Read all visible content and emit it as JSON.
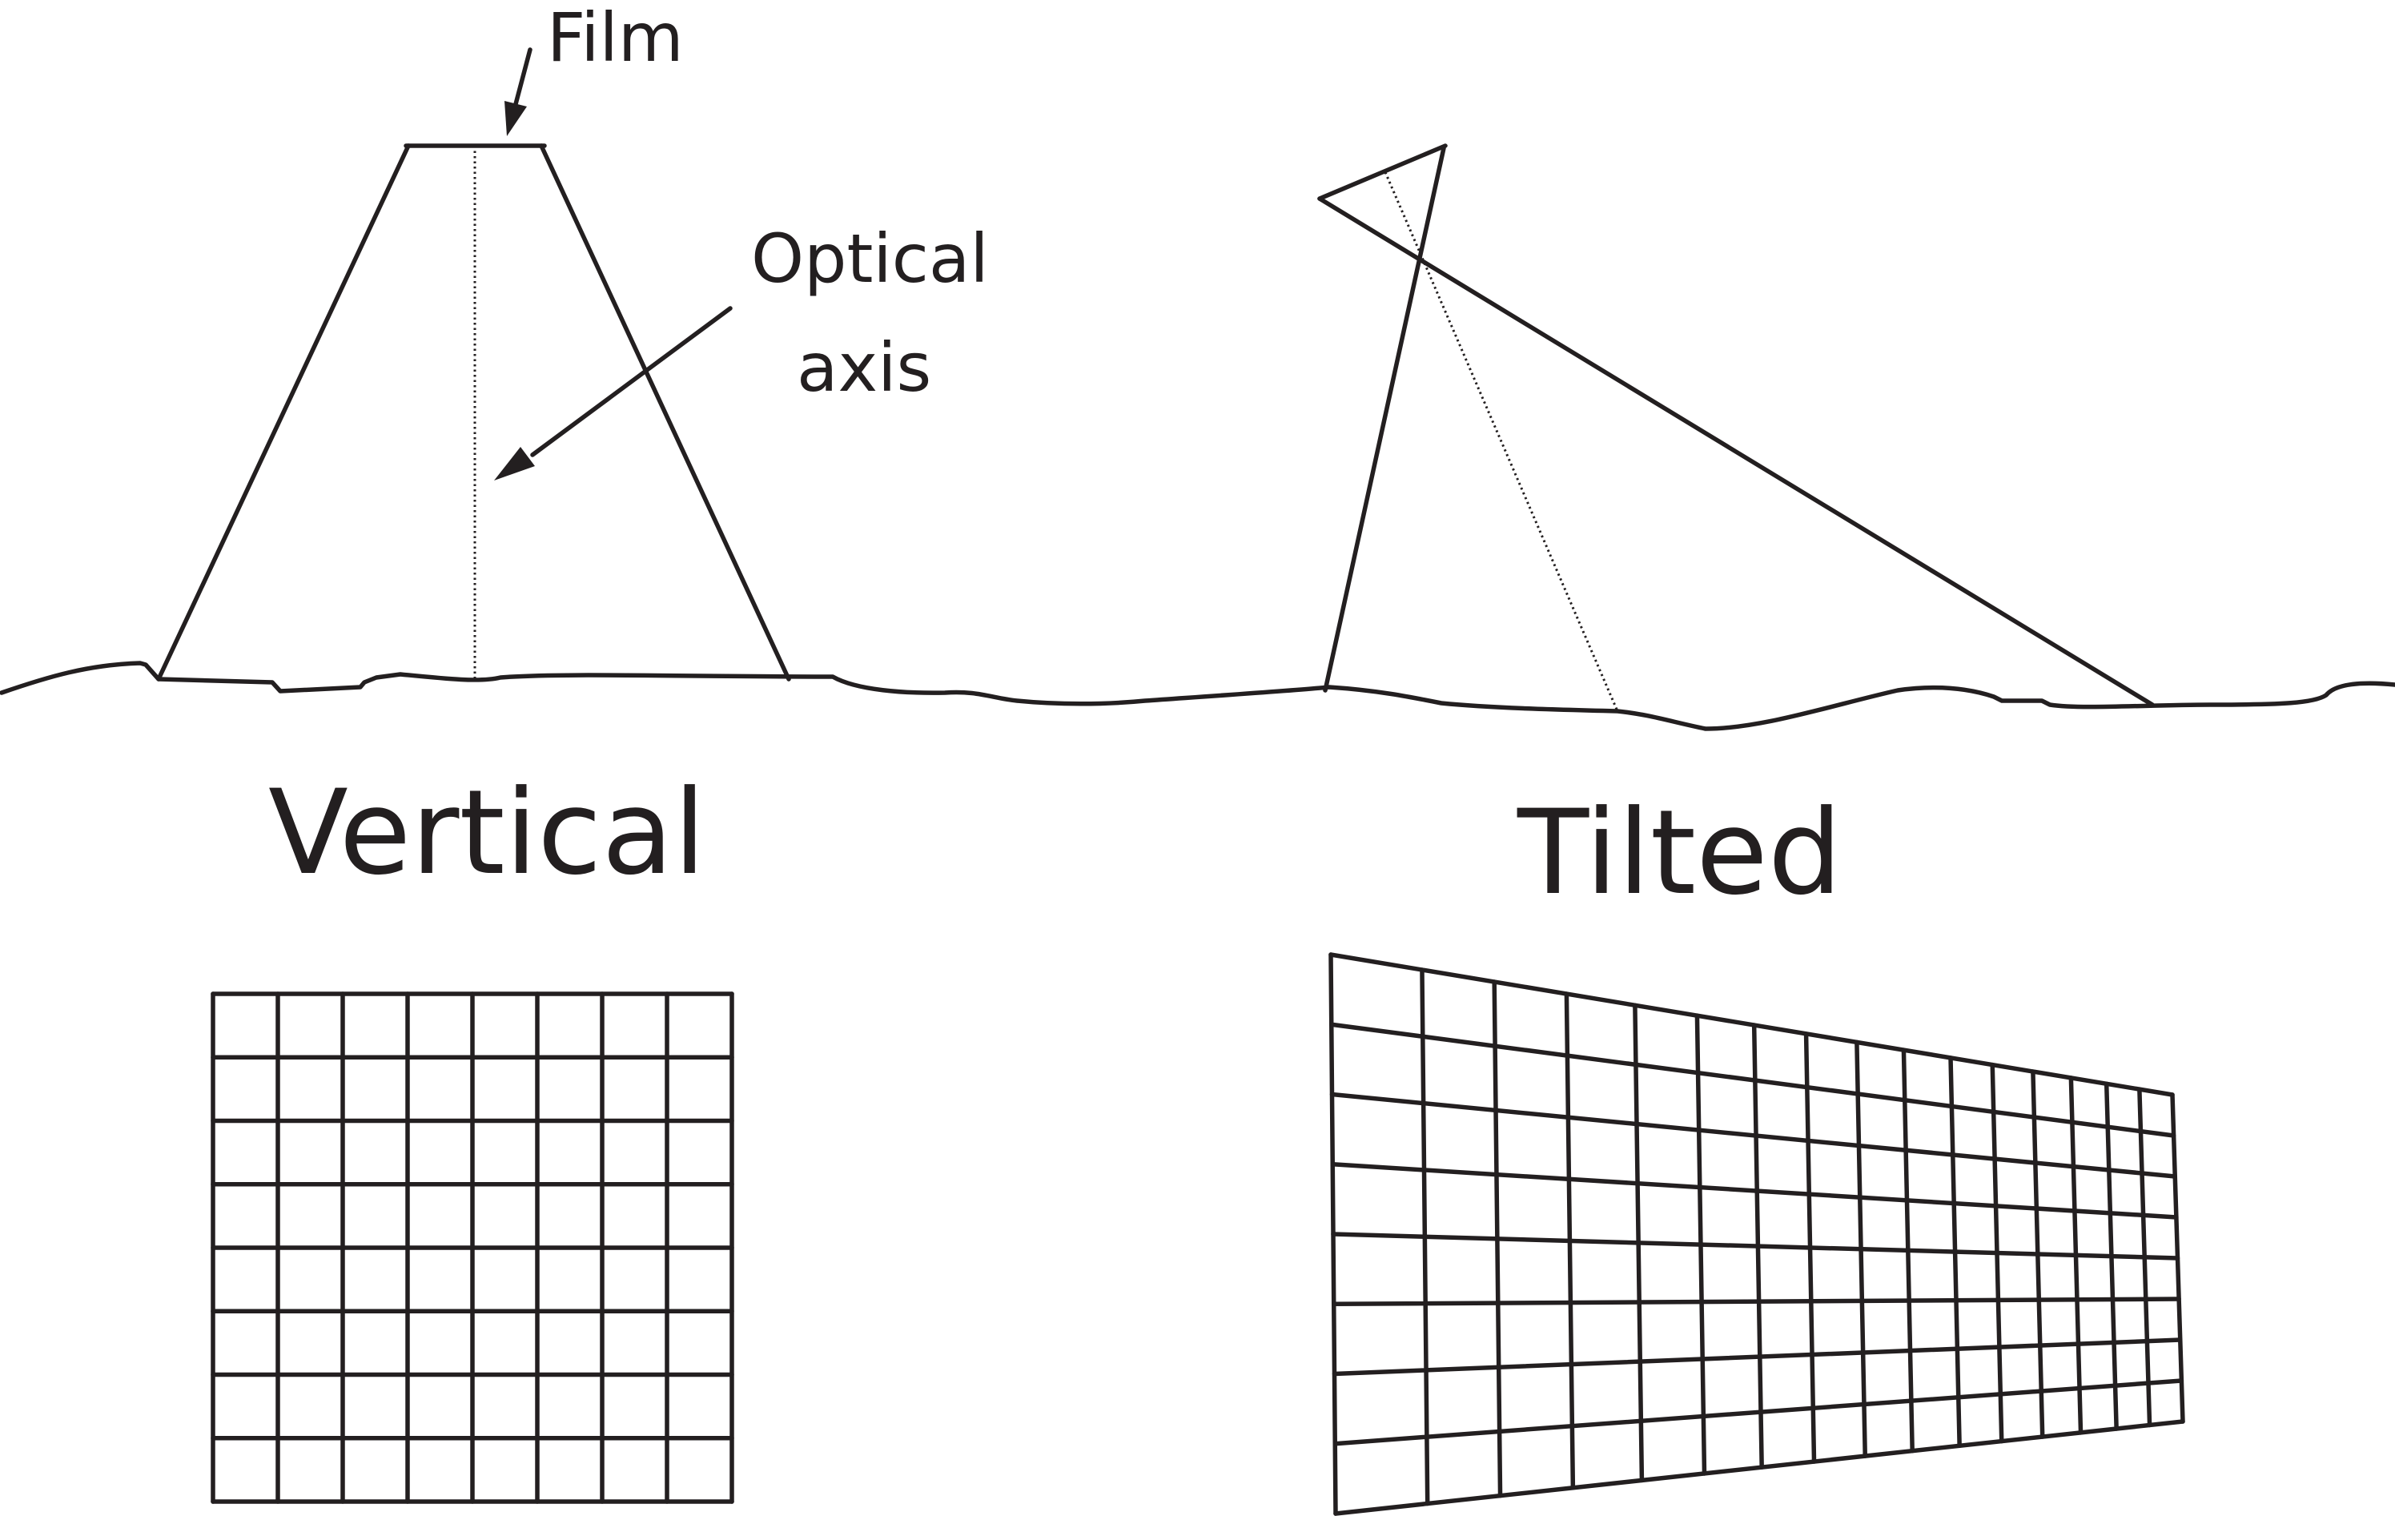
{
  "labels": {
    "film": "Film",
    "optical_line1": "Optical",
    "optical_line2": "axis",
    "vertical": "Vertical",
    "tilted": "Tilted"
  },
  "colors": {
    "ink": "#231f20",
    "background": "#ffffff"
  }
}
